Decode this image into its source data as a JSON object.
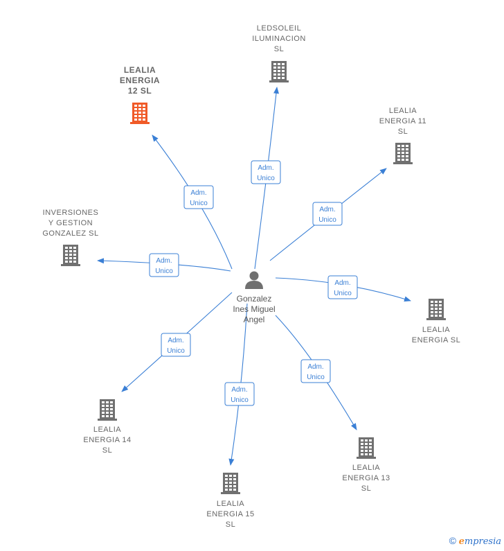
{
  "colors": {
    "edge": "#3a7fd5",
    "building": "#707070",
    "highlight": "#f05a28",
    "person": "#707070"
  },
  "person": {
    "name_lines": [
      "Gonzalez",
      "Ines Miguel",
      "Angel"
    ],
    "icon": "person-icon"
  },
  "companies": [
    {
      "id": "lealia-energia-12",
      "lines": [
        "LEALIA",
        "ENERGIA",
        "12  SL"
      ],
      "highlight": true
    },
    {
      "id": "ledsoleil",
      "lines": [
        "LEDSOLEIL",
        "ILUMINACION",
        "SL"
      ],
      "highlight": false
    },
    {
      "id": "lealia-energia-11",
      "lines": [
        "LEALIA",
        "ENERGIA 11",
        "SL"
      ],
      "highlight": false
    },
    {
      "id": "inversiones",
      "lines": [
        "INVERSIONES",
        "Y GESTION",
        "GONZALEZ  SL"
      ],
      "highlight": false
    },
    {
      "id": "lealia-energia",
      "lines": [
        "LEALIA",
        "ENERGIA  SL"
      ],
      "highlight": false
    },
    {
      "id": "lealia-energia-14",
      "lines": [
        "LEALIA",
        "ENERGIA 14",
        "SL"
      ],
      "highlight": false
    },
    {
      "id": "lealia-energia-15",
      "lines": [
        "LEALIA",
        "ENERGIA 15",
        "SL"
      ],
      "highlight": false
    },
    {
      "id": "lealia-energia-13",
      "lines": [
        "LEALIA",
        "ENERGIA 13",
        "SL"
      ],
      "highlight": false
    }
  ],
  "edges": [
    {
      "target": "lealia-energia-12",
      "role_lines": [
        "Adm.",
        "Unico"
      ]
    },
    {
      "target": "ledsoleil",
      "role_lines": [
        "Adm.",
        "Unico"
      ]
    },
    {
      "target": "lealia-energia-11",
      "role_lines": [
        "Adm.",
        "Unico"
      ]
    },
    {
      "target": "inversiones",
      "role_lines": [
        "Adm.",
        "Unico"
      ]
    },
    {
      "target": "lealia-energia",
      "role_lines": [
        "Adm.",
        "Unico"
      ]
    },
    {
      "target": "lealia-energia-14",
      "role_lines": [
        "Adm.",
        "Unico"
      ]
    },
    {
      "target": "lealia-energia-15",
      "role_lines": [
        "Adm.",
        "Unico"
      ]
    },
    {
      "target": "lealia-energia-13",
      "role_lines": [
        "Adm.",
        "Unico"
      ]
    }
  ],
  "footer": {
    "copyright": "©",
    "brand_first": "e",
    "brand_rest": "mpresia"
  }
}
